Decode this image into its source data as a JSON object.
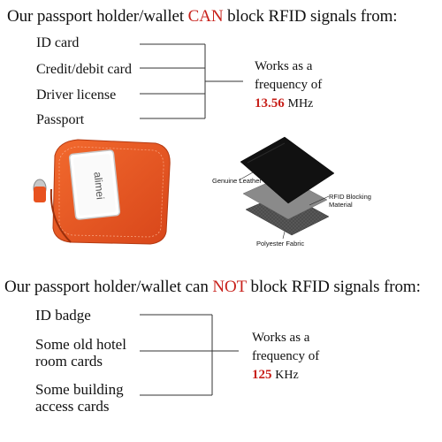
{
  "section1": {
    "headline_pre": "Our passport holder/wallet ",
    "headline_emph": "CAN",
    "headline_post": " block RFID signals from:",
    "items": [
      "ID card",
      "Credit/debit card",
      "Driver license",
      "Passport"
    ],
    "works_as": "Works as a",
    "frequency_of": "frequency of",
    "freq_value": "13.56",
    "freq_unit": "MHz"
  },
  "product": {
    "brand_text": "alimei",
    "color_hex": "#e8521f"
  },
  "layers": {
    "labels": [
      "Genuine Leather",
      "RFID Blocking Material",
      "Polyester Fabric"
    ]
  },
  "section2": {
    "headline_pre": "Our passport holder/wallet can ",
    "headline_emph": "NOT",
    "headline_post": " block RFID signals from:",
    "items": [
      "ID badge",
      "Some old hotel room cards",
      "Some building access cards"
    ],
    "works_as": "Works as a",
    "frequency_of": "frequency of",
    "freq_value": "125",
    "freq_unit": "KHz"
  },
  "colors": {
    "accent_red": "#c8211b"
  }
}
